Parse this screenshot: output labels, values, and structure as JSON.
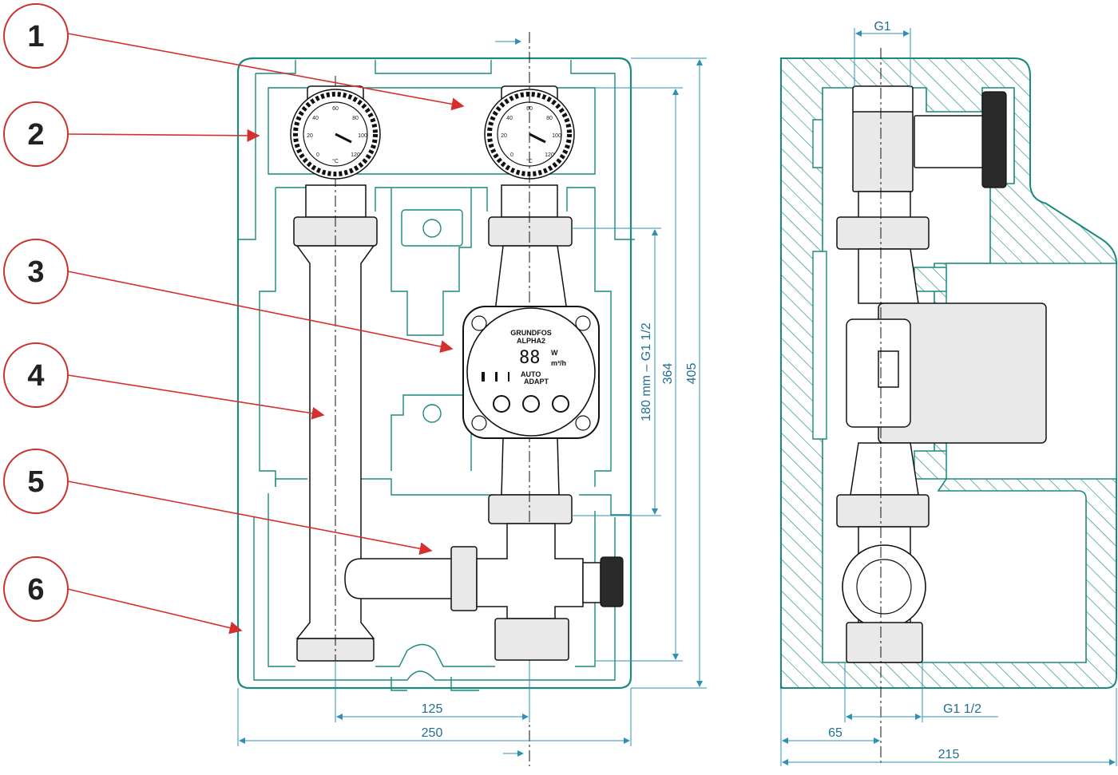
{
  "callouts": [
    {
      "number": "1"
    },
    {
      "number": "2"
    },
    {
      "number": "3"
    },
    {
      "number": "4"
    },
    {
      "number": "5"
    },
    {
      "number": "6"
    }
  ],
  "dimensions": {
    "d125": "125",
    "d250": "250",
    "d364": "364",
    "d405": "405",
    "pump_length": "180 mm – G1 1/2",
    "g1_top": "G1",
    "g1_half_bottom": "G1 1/2",
    "d65": "65",
    "d215": "215"
  },
  "pump": {
    "display": "88",
    "unit_w": "W",
    "unit_flow": "m³/h",
    "mode": "AUTO",
    "mode_sub": "ADAPT",
    "brand": "GRUNDFOS",
    "model": "ALPHA2"
  },
  "thermometer": {
    "scale": [
      "0",
      "20",
      "40",
      "60",
      "80",
      "100",
      "120"
    ],
    "unit": "°C"
  },
  "colors": {
    "insulation": "#1a8a7c",
    "leader": "#d62f2f",
    "dimension": "#2f8fb4"
  }
}
